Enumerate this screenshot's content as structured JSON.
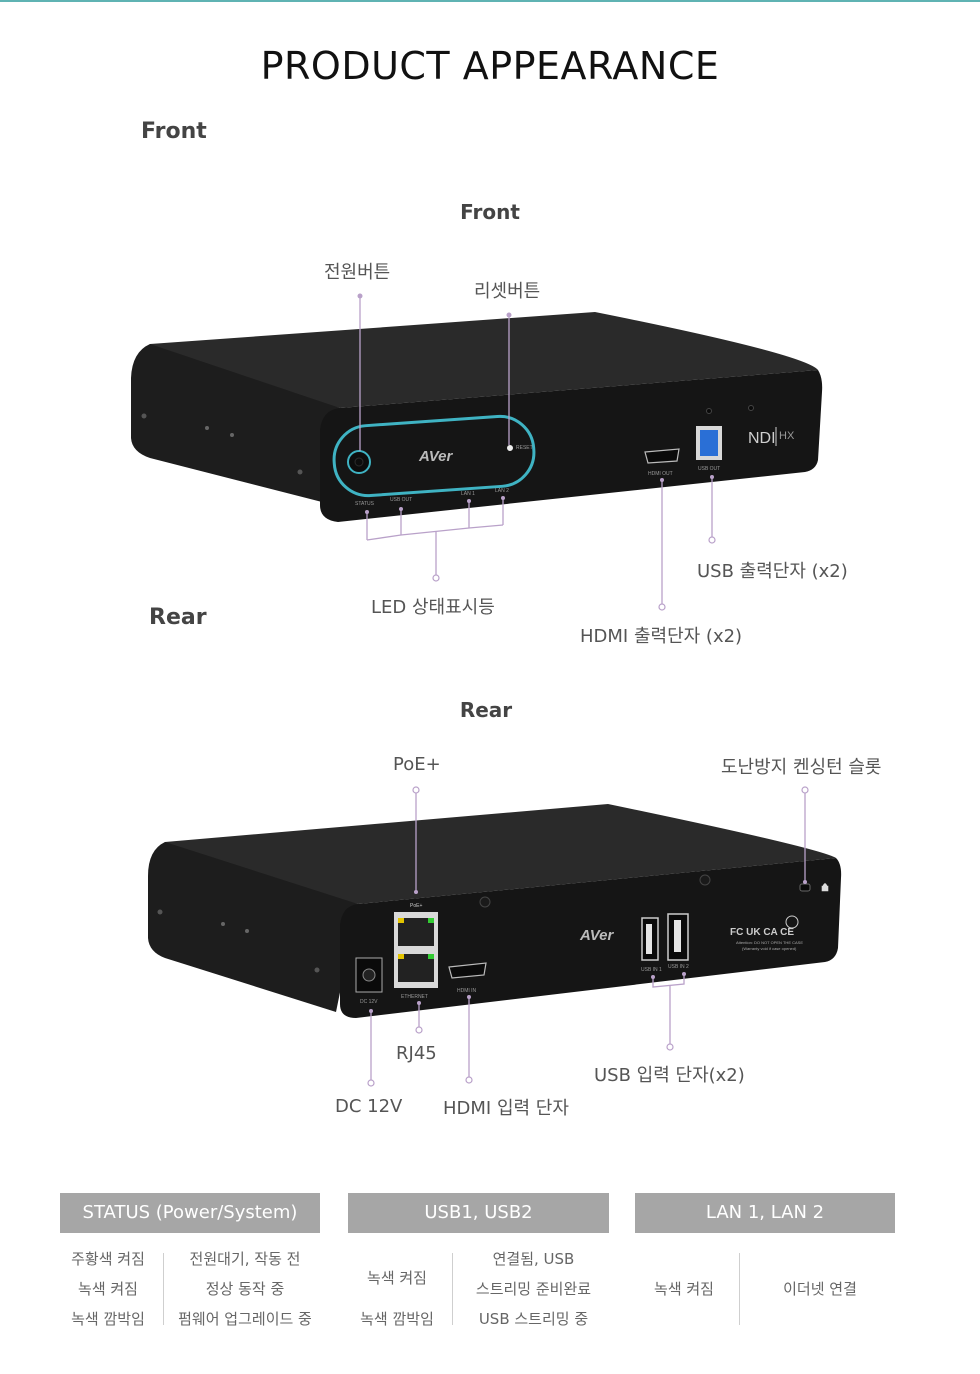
{
  "page_title": "PRODUCT APPEARANCE",
  "front": {
    "side_label": "Front",
    "center_label": "Front",
    "callouts": {
      "power_button": "전원버튼",
      "reset_button": "리셋버튼",
      "led": "LED 상태표시등",
      "usb_out": "USB 출력단자 (x2)",
      "hdmi_out": "HDMI 출력단자 (x2)"
    },
    "device_text": {
      "brand": "AVer",
      "ndi": "NDI",
      "hx": "HX",
      "reset": "RESET",
      "status": "STATUS",
      "usb_out": "USB OUT",
      "lan1": "LAN 1",
      "lan2": "LAN 2",
      "hdmi_out": "HDMI OUT",
      "usb_out2": "USB OUT"
    }
  },
  "rear": {
    "side_label": "Rear",
    "center_label": "Rear",
    "callouts": {
      "poe": "PoE+",
      "kensington": "도난방지 켄싱턴 슬롯",
      "rj45": "RJ45",
      "usb_in": "USB 입력 단자(x2)",
      "dc": "DC 12V",
      "hdmi_in": "HDMI 입력 단자"
    },
    "device_text": {
      "brand": "AVer",
      "poe": "PoE+",
      "dc": "DC 12V",
      "ethernet": "ETHERNET",
      "hdmi_in": "HDMI IN",
      "usb_in1": "USB IN 1",
      "usb_in2": "USB IN 2",
      "attention": "Attention: DO NOT OPEN THE CASE",
      "warranty": "(Warranty void if case opened)",
      "cert": "FC UK CA CE"
    }
  },
  "tables": [
    {
      "header": "STATUS (Power/System)",
      "left": [
        "주황색 켜짐",
        "녹색 켜짐",
        "녹색 깜박임"
      ],
      "right": [
        "전원대기, 작동 전",
        "정상 동작 중",
        "펌웨어 업그레이드 중"
      ]
    },
    {
      "header": "USB1, USB2",
      "left": [
        "녹색 켜짐",
        "녹색 깜박임"
      ],
      "right": [
        "연결됨, USB",
        "스트리밍 준비완료",
        "USB 스트리밍 중"
      ]
    },
    {
      "header": "LAN 1, LAN 2",
      "left": [
        "녹색 켜짐"
      ],
      "right": [
        "이더넷 연결"
      ]
    }
  ],
  "colors": {
    "accent_rule": "#5fb3b3",
    "header_gray": "#a6a6a6",
    "leader_purple": "#b9a1c9",
    "ring_teal": "#3fb3c3",
    "usb_blue": "#2a6fd6",
    "device_black": "#1b1b1b"
  }
}
